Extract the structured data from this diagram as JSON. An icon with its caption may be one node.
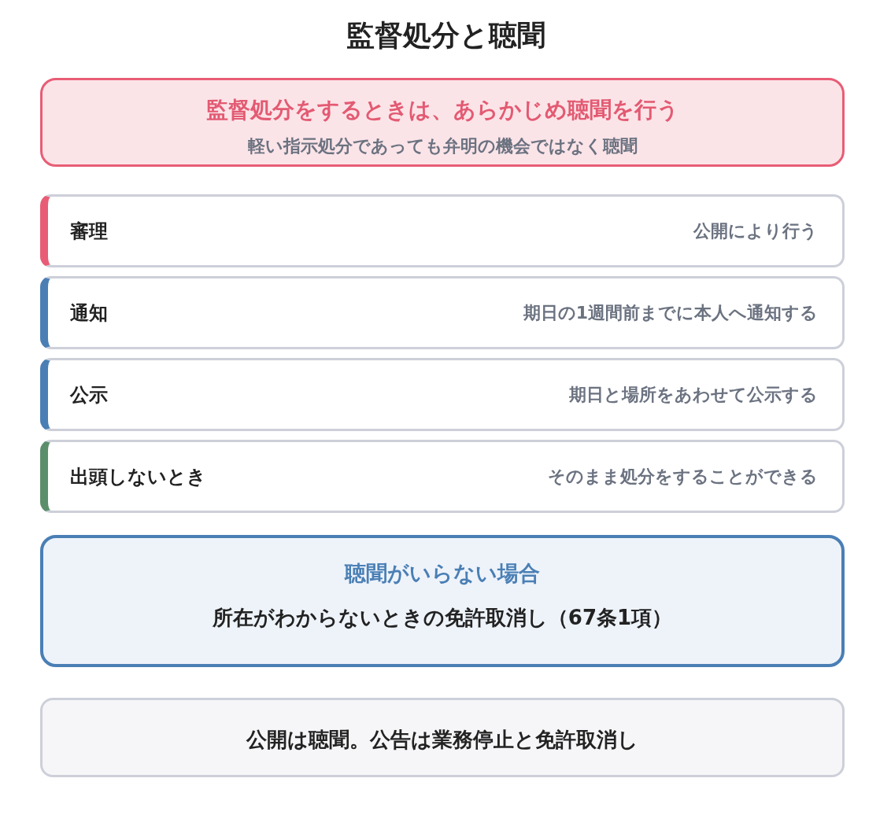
{
  "diagram": {
    "title": "監督処分と聴聞",
    "nodes": [
      {
        "text": [
          "監督処分をするときは、あらかじめ聴聞を行う",
          "軽い指示処分であっても弁明の機会ではなく聴聞"
        ]
      },
      {
        "text": [
          "審理",
          "公開により行う"
        ]
      },
      {
        "text": [
          "通知",
          "期日の1週間前までに本人へ通知する"
        ]
      },
      {
        "text": [
          "公示",
          "期日と場所をあわせて公示する"
        ]
      },
      {
        "text": [
          "出頭しないとき",
          "そのまま処分をすることができる"
        ]
      },
      {
        "text": [
          "聴聞がいらない場合",
          "所在がわからないときの免許取消し（67条1項）"
        ]
      },
      {
        "text": [
          "公開は聴聞。公告は業務停止と免許取消し"
        ]
      }
    ]
  }
}
